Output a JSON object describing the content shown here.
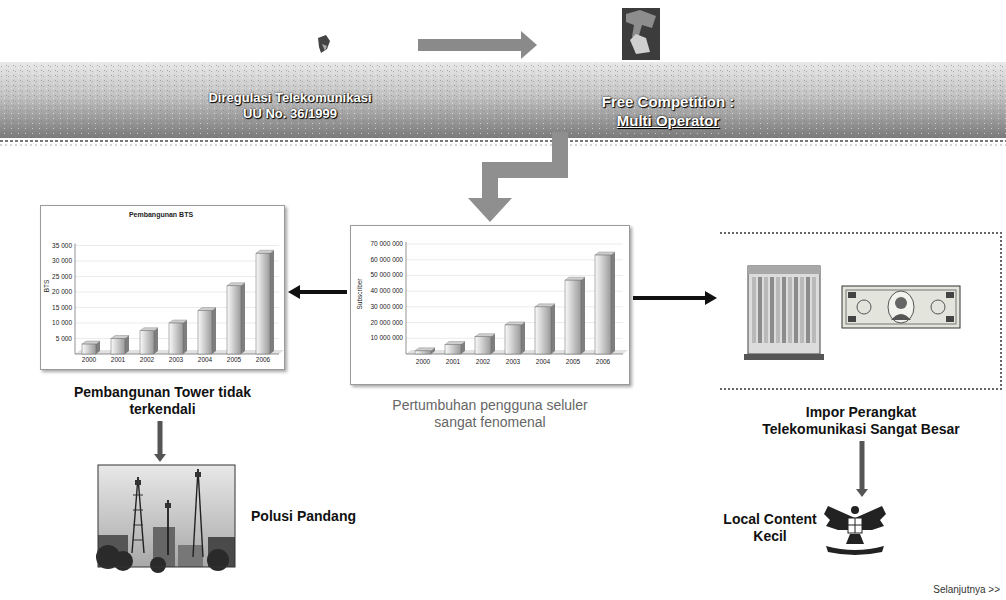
{
  "diagram": {
    "nodes": [
      {
        "text": [
          "Diregulasi Telekomunikasi UU No. 36/1999"
        ]
      },
      {
        "text": [
          "Free Competition :",
          "Multi Operator"
        ]
      },
      {
        "text": [
          "Pembangunan BTS",
          "Pembangunan Tower tidak terkendali"
        ]
      },
      {
        "text": [
          "Pertumbuhan pengguna seluler sangat fenomenal"
        ]
      },
      {
        "text": [
          "Impor Perangkat Telekomunikasi Sangat Besar"
        ]
      },
      {
        "text": [
          "Polusi Pandang"
        ]
      },
      {
        "text": [
          "Local Content Kecil"
        ]
      }
    ],
    "edges": [
      {
        "from": 0,
        "to": 1,
        "arrow": "to"
      },
      {
        "from": 1,
        "to": 3,
        "arrow": "to"
      },
      {
        "from": 3,
        "to": 2,
        "arrow": "to"
      },
      {
        "from": 3,
        "to": 4,
        "arrow": "to"
      },
      {
        "from": 2,
        "to": 5,
        "arrow": "to"
      },
      {
        "from": 4,
        "to": 6,
        "arrow": "to"
      }
    ],
    "labels": [
      "35 000",
      "30 000",
      "25 000",
      "20 000",
      "15 000",
      "10 000",
      "5 000",
      "BTS",
      "2000",
      "2001",
      "2002",
      "2003",
      "2004",
      "2005",
      "2006",
      "70 000 000",
      "60 000 000",
      "50 000 000",
      "40 000 000",
      "30 000 000",
      "20 000 000",
      "10 000 000",
      "Subscriber",
      "2000",
      "2001",
      "2002",
      "2003",
      "2004",
      "2005",
      "2006",
      "Selanjutnya >>"
    ]
  }
}
